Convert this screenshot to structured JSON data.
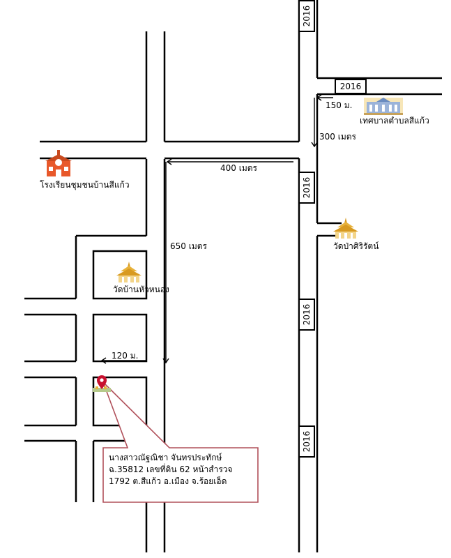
{
  "route_shields": [
    "2016",
    "2016",
    "2016",
    "2016",
    "2016"
  ],
  "distances": {
    "d150": "150 ม.",
    "d300": "300 เมตร",
    "d400": "400 เมตร",
    "d650": "650 เมตร",
    "d120": "120 ม."
  },
  "landmarks": {
    "municipality": "เทศบาลตำบลสีแก้ว",
    "school": "โรงเรียนชุมชนบ้านสีแก้ว",
    "temple_sirirat": "วัดป่าศิริรัตน์",
    "temple_huanong": "วัดบ้านหัวหนอง"
  },
  "callout": {
    "line1": "นางสาวณัฐณิชา จันทรประทักษ์",
    "line2": "ฉ.35812 เลขที่ดิน 62 หน้าสำรวจ",
    "line3": "1792 ต.สีแก้ว อ.เมือง จ.ร้อยเอ็ด"
  },
  "icons": {
    "school": "school-icon",
    "temple": "temple-icon",
    "municipality": "government-building-icon",
    "location": "location-pin-icon"
  },
  "colors": {
    "road": "#000000",
    "school": "#e8582a",
    "temple": "#e8b23a",
    "pin": "#c8102e",
    "callout_border": "#b0505a"
  }
}
